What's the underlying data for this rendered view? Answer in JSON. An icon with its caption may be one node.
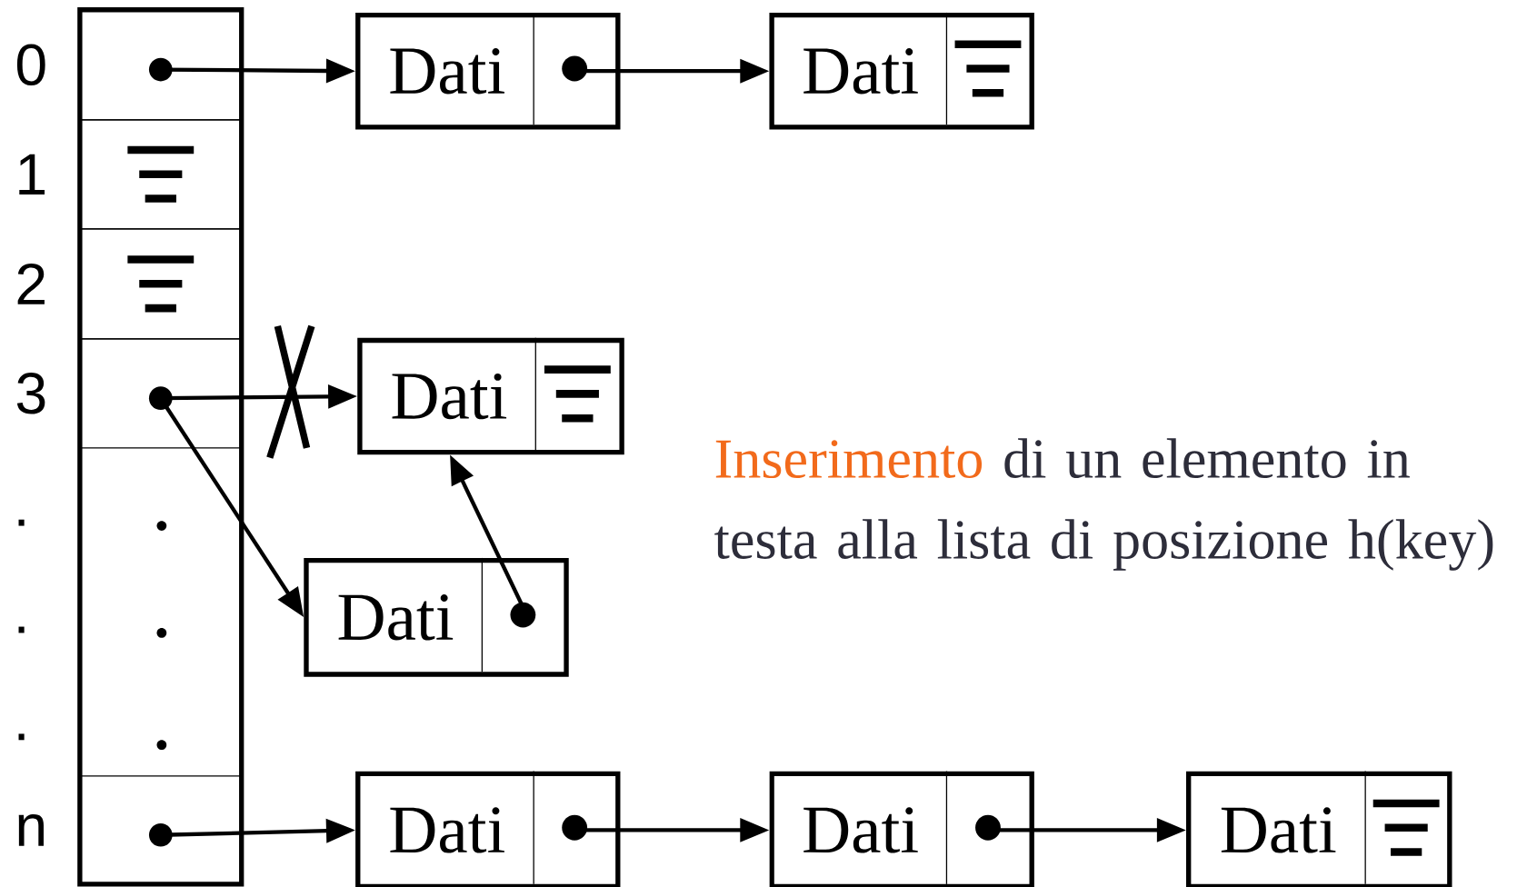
{
  "diagram": {
    "nodes": [
      {
        "text": [],
        "shape": "box"
      },
      {
        "text": [],
        "shape": "box",
        "in": 0,
        "beside": [
          "0"
        ]
      },
      {
        "text": [],
        "shape": "box",
        "in": 0,
        "beside": [
          "1"
        ]
      },
      {
        "text": [],
        "shape": "box",
        "in": 0,
        "beside": [
          "2"
        ]
      },
      {
        "text": [],
        "shape": "box",
        "in": 0,
        "beside": [
          "3"
        ]
      },
      {
        "text": [],
        "shape": "box",
        "in": 0,
        "beside": [
          "n"
        ]
      },
      {
        "text": [
          "Dati"
        ]
      },
      {
        "text": [
          "Dati"
        ]
      },
      {
        "text": [
          "Dati"
        ]
      },
      {
        "text": [
          "Dati"
        ]
      },
      {
        "text": [
          "Dati"
        ]
      },
      {
        "text": [
          "Dati"
        ]
      },
      {
        "text": [
          "Dati"
        ]
      }
    ],
    "edges": [
      {
        "from": 1,
        "to": 6,
        "arrow": "to"
      },
      {
        "from": 6,
        "to": 7,
        "arrow": "to"
      },
      {
        "from": 4,
        "to": 8,
        "arrow": "to"
      },
      {
        "from": 4,
        "to": 9,
        "arrow": "to"
      },
      {
        "from": 9,
        "to": 8,
        "arrow": "to"
      },
      {
        "from": 5,
        "to": 10,
        "arrow": "to"
      },
      {
        "from": 10,
        "to": 11,
        "arrow": "to"
      },
      {
        "from": 11,
        "to": 12,
        "arrow": "to"
      }
    ],
    "labels": [
      ".",
      ".",
      ".",
      "Inserimento",
      "di un elemento in testa alla lista di posizione h(key)"
    ]
  }
}
